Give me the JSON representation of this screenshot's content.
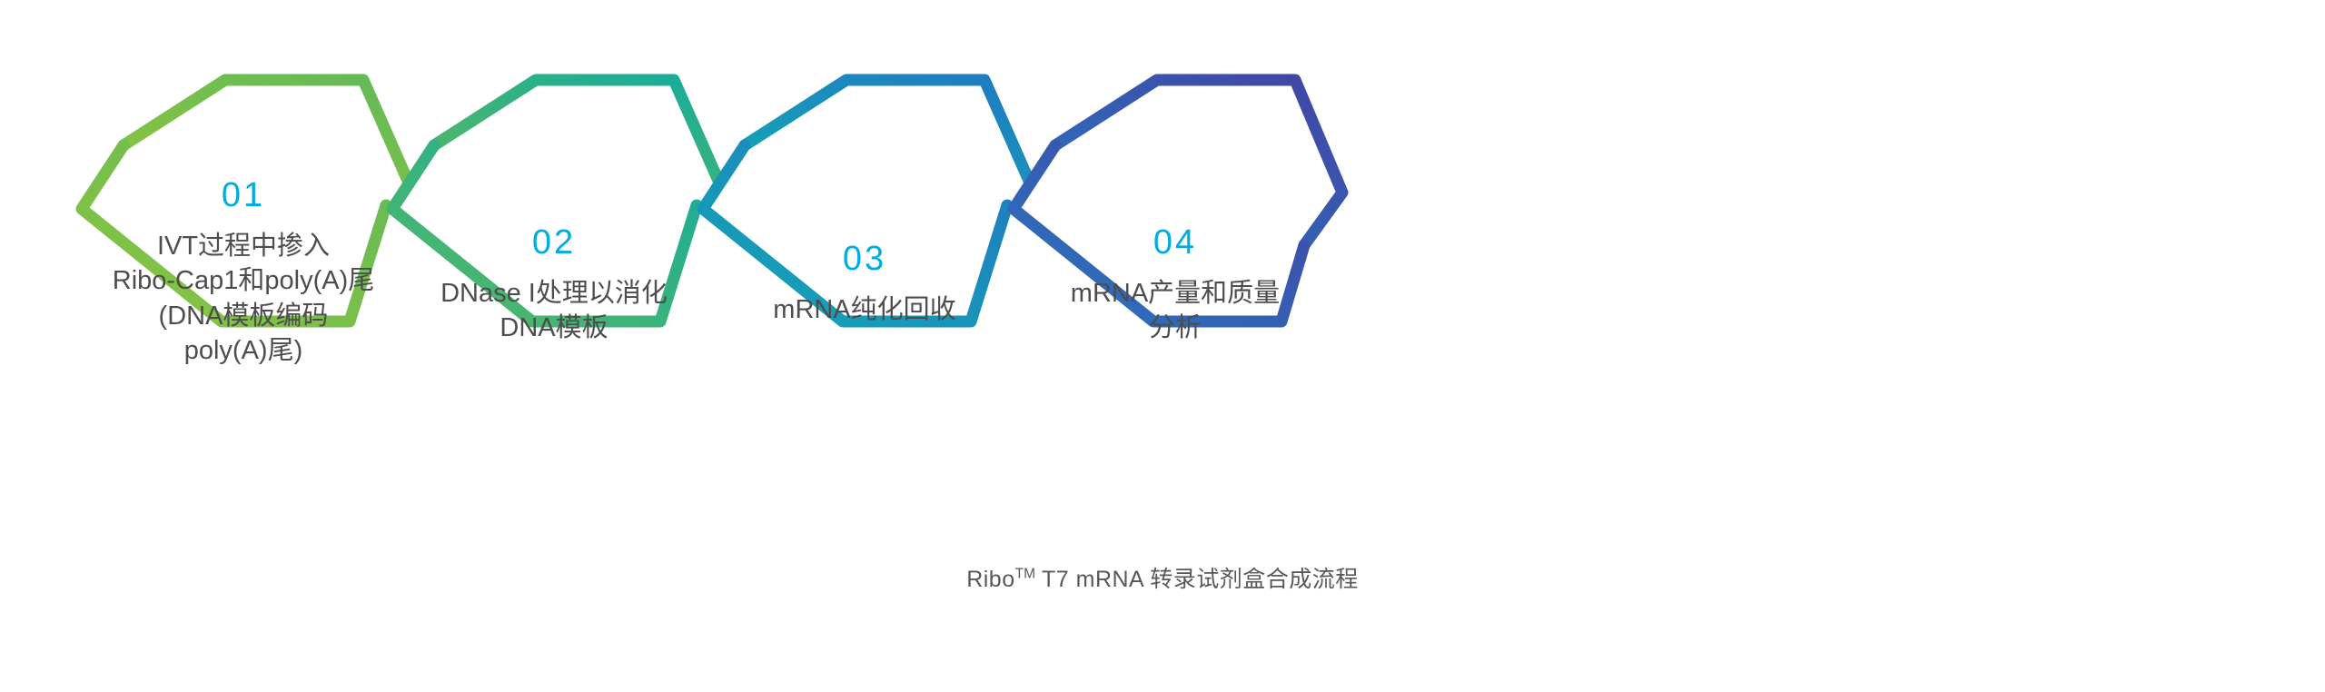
{
  "diagram": {
    "caption_prefix": "Ribo",
    "caption_tm": "TM",
    "caption_suffix": " T7 mRNA 转录试剂盒合成流程",
    "colors": {
      "number": "#00ace0",
      "body_text": "#4d4d4d",
      "caption_text": "#58585a",
      "background": "#ffffff",
      "step1_start": "#8cc540",
      "step1_end": "#62b958",
      "step2_start": "#57b963",
      "step2_end": "#16ab9c",
      "step3_start": "#13a8b4",
      "step3_end": "#2079c2",
      "step4_start": "#2a76c0",
      "step4_end": "#4244a4"
    },
    "steps": [
      {
        "number": "01",
        "lines": [
          "IVT过程中掺入",
          "Ribo-Cap1和poly(A)尾",
          "(DNA模板编码",
          "poly(A)尾)"
        ]
      },
      {
        "number": "02",
        "lines": [
          "DNase I处理以消化",
          "DNA模板"
        ]
      },
      {
        "number": "03",
        "lines": [
          "mRNA纯化回收"
        ]
      },
      {
        "number": "04",
        "lines": [
          "mRNA产量和质量",
          "分析"
        ]
      }
    ]
  }
}
